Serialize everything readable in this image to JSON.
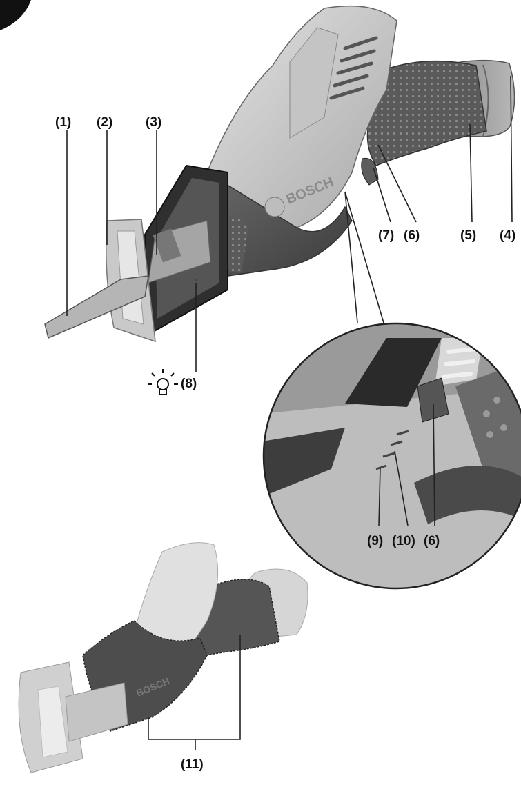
{
  "figure": {
    "brand_text": "BOSCH",
    "callouts": {
      "c1": "(1)",
      "c2": "(2)",
      "c3": "(3)",
      "c4": "(4)",
      "c5": "(5)",
      "c6": "(6)",
      "c7": "(7)",
      "c8": "(8)",
      "c6_detail": "(6)",
      "c9": "(9)",
      "c10": "(10)",
      "c11": "(11)"
    }
  },
  "colors": {
    "body_light": "#cfcfcf",
    "body_mid": "#8a8a8a",
    "body_dark": "#4a4a4a",
    "grip": "#6e6e6e",
    "outline": "#222222"
  }
}
